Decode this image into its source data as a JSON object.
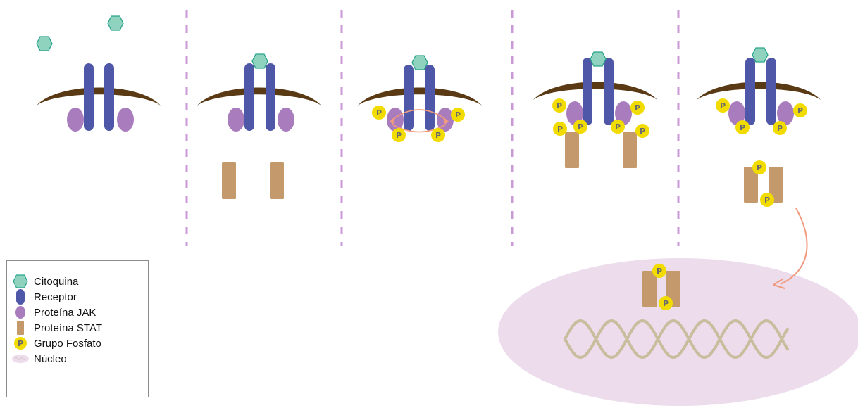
{
  "colors": {
    "cytokine_fill": "#8fd3bf",
    "cytokine_stroke": "#2aa38c",
    "receptor": "#4f57a8",
    "jak": "#a87cbd",
    "stat": "#c49a6c",
    "phosphate_fill": "#f2dc00",
    "phosphate_text": "#6b6b6b",
    "membrane": "#5a3a14",
    "separator": "#c99ad6",
    "nucleus": "#ecdcec",
    "dna": "#c8bd9c",
    "arrow": "#f29a7e"
  },
  "phosphate_symbol": "P",
  "legend": {
    "items": [
      {
        "icon": "cytokine-icon",
        "label": "Citoquina"
      },
      {
        "icon": "receptor-icon",
        "label": "Receptor"
      },
      {
        "icon": "jak-protein-icon",
        "label": "Proteína JAK"
      },
      {
        "icon": "stat-protein-icon",
        "label": "Proteína STAT"
      },
      {
        "icon": "phosphate-group-icon",
        "label": "Grupo Fosfato"
      },
      {
        "icon": "nucleus-icon",
        "label": "Núcleo"
      }
    ]
  }
}
